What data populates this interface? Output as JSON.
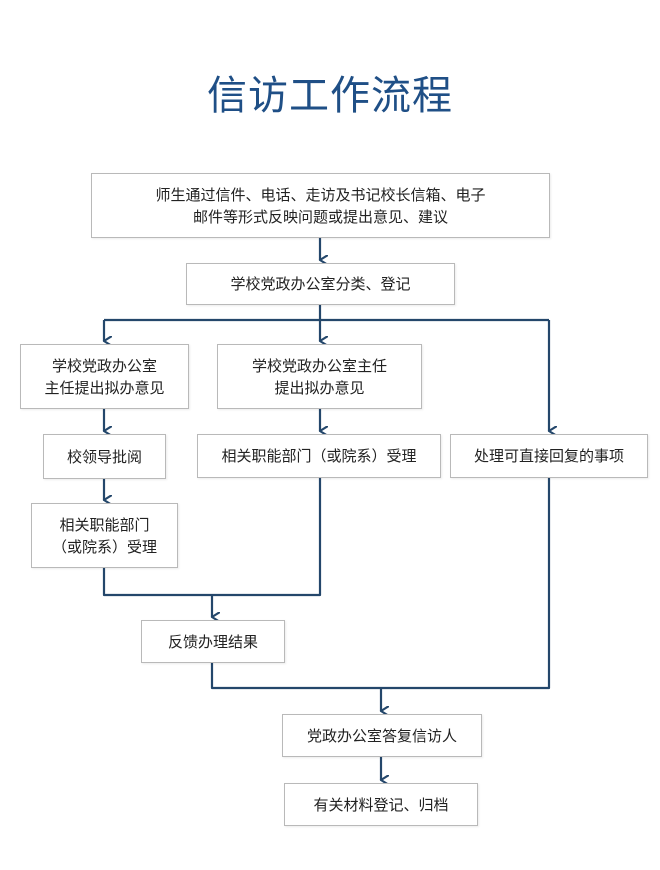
{
  "title": "信访工作流程",
  "colors": {
    "title": "#1f4f86",
    "connector": "#24476b",
    "box_border": "#b9b9b9"
  },
  "nodes": {
    "intake": {
      "line1": "师生通过信件、电话、走访及书记校长信箱、电子",
      "line2": "邮件等形式反映问题或提出意见、建议"
    },
    "register": {
      "text": "学校党政办公室分类、登记"
    },
    "left_opinion": {
      "line1": "学校党政办公室",
      "line2": "主任提出拟办意见"
    },
    "leader_review": {
      "text": "校领导批阅"
    },
    "left_dept": {
      "line1": "相关职能部门",
      "line2": "（或院系）受理"
    },
    "mid_opinion": {
      "line1": "学校党政办公室主任",
      "line2": "提出拟办意见"
    },
    "mid_dept": {
      "text": "相关职能部门（或院系）受理"
    },
    "direct_reply": {
      "text": "处理可直接回复的事项"
    },
    "feedback": {
      "text": "反馈办理结果"
    },
    "reply_visitor": {
      "text": "党政办公室答复信访人"
    },
    "archive": {
      "text": "有关材料登记、归档"
    }
  }
}
